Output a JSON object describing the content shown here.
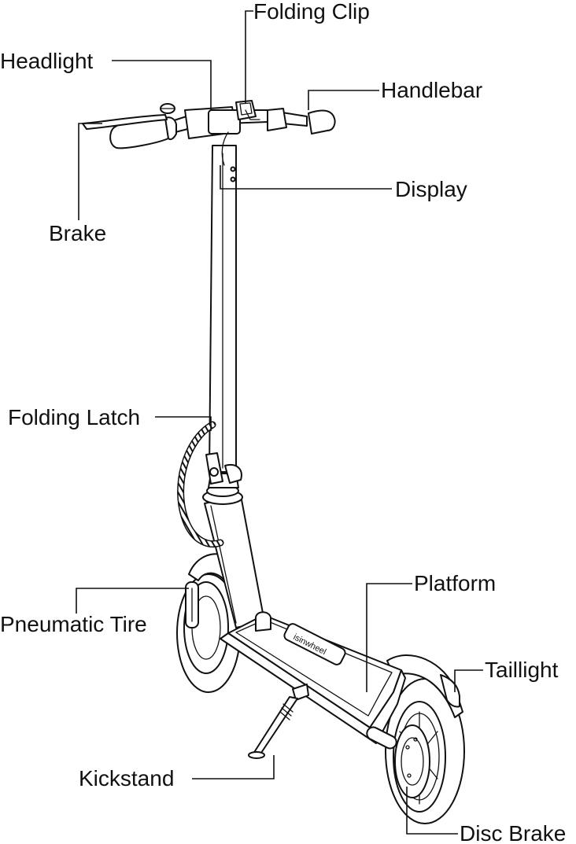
{
  "labels": {
    "folding_clip": "Folding Clip",
    "headlight": "Headlight",
    "handlebar": "Handlebar",
    "display": "Display",
    "brake": "Brake",
    "folding_latch": "Folding Latch",
    "platform": "Platform",
    "pneumatic_tire": "Pneumatic Tire",
    "taillight": "Taillight",
    "kickstand": "Kickstand",
    "disc_brake": "Disc Brake"
  },
  "brand_logo": "isinwheel",
  "colors": {
    "line": "#111111",
    "background": "#ffffff"
  }
}
